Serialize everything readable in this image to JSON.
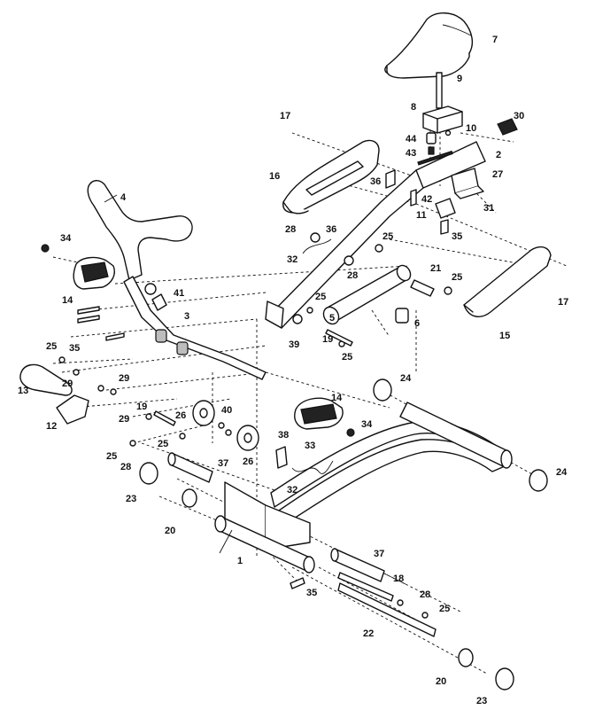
{
  "labels": {
    "l1": "1",
    "l2": "2",
    "l3": "3",
    "l4": "4",
    "l5": "5",
    "l6": "6",
    "l7": "7",
    "l8": "8",
    "l9": "9",
    "l10": "10",
    "l11": "11",
    "l12": "12",
    "l13": "13",
    "l14a": "14",
    "l14b": "14",
    "l15": "15",
    "l16": "16",
    "l17a": "17",
    "l17b": "17",
    "l18": "18",
    "l19a": "19",
    "l19b": "19",
    "l20a": "20",
    "l20b": "20",
    "l21": "21",
    "l22": "22",
    "l23a": "23",
    "l23b": "23",
    "l24a": "24",
    "l24b": "24",
    "l25a": "25",
    "l25b": "25",
    "l25c": "25",
    "l25d": "25",
    "l25e": "25",
    "l25f": "25",
    "l25g": "25",
    "l25h": "25",
    "l26a": "26",
    "l26b": "26",
    "l27": "27",
    "l28a": "28",
    "l28b": "28",
    "l28c": "28",
    "l28d": "28",
    "l29a": "29",
    "l29b": "29",
    "l29c": "29",
    "l30": "30",
    "l31": "31",
    "l32a": "32",
    "l32b": "32",
    "l33": "33",
    "l34a": "34",
    "l34b": "34",
    "l35a": "35",
    "l35b": "35",
    "l35c": "35",
    "l36a": "36",
    "l36b": "36",
    "l37a": "37",
    "l37b": "37",
    "l38": "38",
    "l39": "39",
    "l40": "40",
    "l41": "41",
    "l42": "42",
    "l43": "43",
    "l44": "44"
  }
}
